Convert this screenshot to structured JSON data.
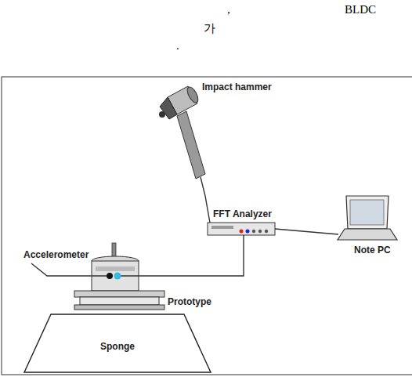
{
  "diagram": {
    "nodes": [
      {
        "text": [
          "Sponge"
        ]
      }
    ],
    "labels": [
      ",",
      "BLDC",
      "가",
      ".",
      "Impact hammer",
      "FFT Analyzer",
      "Note PC",
      "Accelerometer",
      "Prototype"
    ]
  }
}
